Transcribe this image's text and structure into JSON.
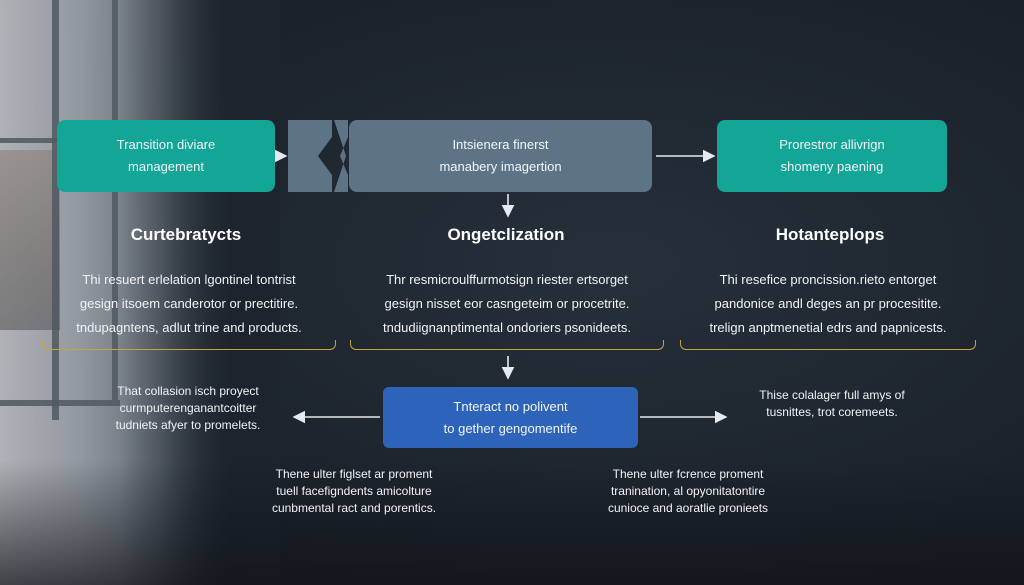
{
  "colors": {
    "teal": "#13a595",
    "slate": "#5d7486",
    "blue": "#2d63b8",
    "accent_gold": "#c9a23a",
    "background": "#1c232c"
  },
  "nodes": {
    "left": [
      "Transition diviare",
      "management"
    ],
    "center": [
      "Intsienera finerst",
      "manabery imagertion"
    ],
    "right": [
      "Prorestror allivrign",
      "shomeny paening"
    ],
    "bottom": [
      "Tnteract no polivent",
      "to gether gengomentife"
    ]
  },
  "columns": [
    {
      "heading": "Curtebratycts",
      "lines": [
        "Thi resuert erlelation lgontinel tontrist",
        "gesign itsoem canderotor or prectitire.",
        "tndupagntens, adlut trine and products."
      ]
    },
    {
      "heading": "Ongetclization",
      "lines": [
        "Thr resmicroulffurmotsign riester ertsorget",
        "gesign nisset eor casngeteim or procetrite.",
        "tndudiignanptimental ondoriers psonideets."
      ]
    },
    {
      "heading": "Hotanteplops",
      "lines": [
        "Thi resefice proncission.rieto entorget",
        "pandonice andl deges an pr procesitite.",
        "trelign anptmenetial edrs and papnicests."
      ]
    }
  ],
  "notes": {
    "left": [
      "That collasion isch proyect",
      "curmputerenganantcoitter",
      "tudniets afyer to promelets."
    ],
    "right": [
      "Thise colalager full amys of",
      "tusnittes, trot coremeets."
    ],
    "bottom_left": [
      "Thene ulter figlset ar proment",
      "tuell facefigndents amicolture",
      "cunbmental ract and porentics."
    ],
    "bottom_right": [
      "Thene ulter fcrence proment",
      "tranination, al opyonitatontire",
      "cunioce and aoratlie pronieets"
    ]
  }
}
